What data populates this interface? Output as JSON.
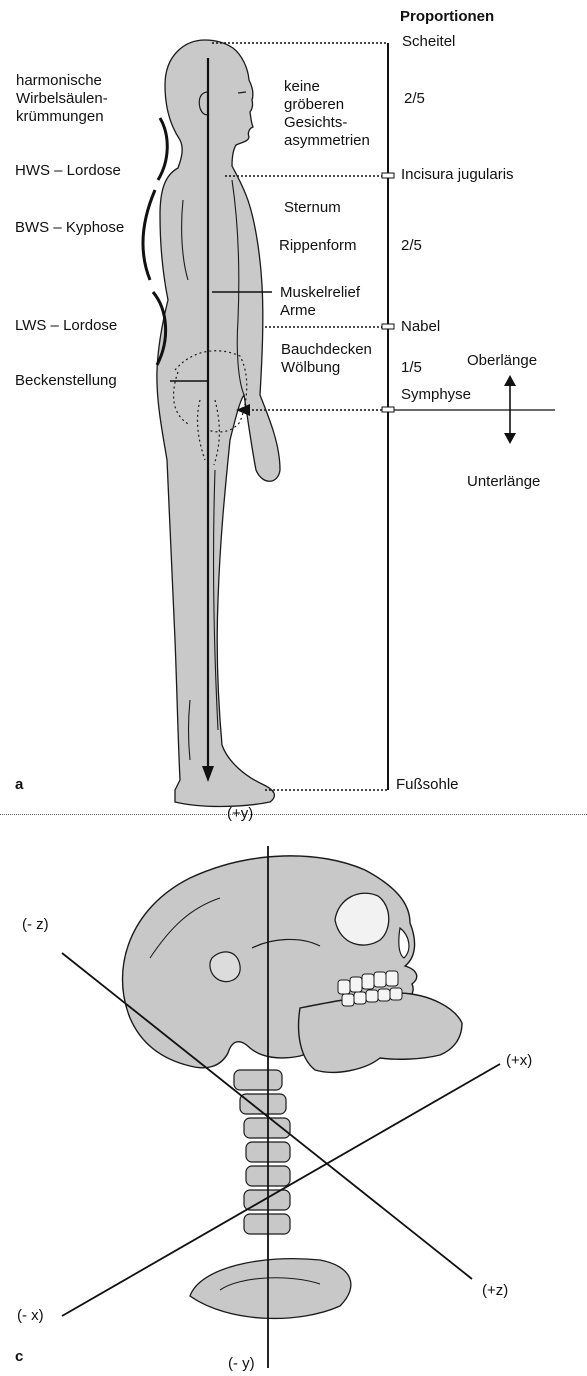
{
  "panel_a": {
    "letter": "a",
    "heading": "Proportionen",
    "landmarks": {
      "scheitel": "Scheitel",
      "incisura": "Incisura jugularis",
      "nabel": "Nabel",
      "symphyse": "Symphyse",
      "fusssohle": "Fußsohle"
    },
    "ratios": [
      "2/5",
      "2/5",
      "1/5"
    ],
    "length_labels": {
      "ober": "Oberlänge",
      "unter": "Unterlänge"
    },
    "spine_labels": {
      "curvatures": "harmonische\nWirbelsäulen-\nkrümmungen",
      "hws": "HWS – Lordose",
      "bws": "BWS – Kyphose",
      "lws": "LWS – Lordose",
      "becken": "Beckenstellung"
    },
    "body_labels": {
      "face": "keine\ngröberen\nGesichts-\nasymmetrien",
      "sternum": "Sternum",
      "ribs": "Rippenform",
      "muscle": "Muskelrelief\nArme",
      "abdomen": "Bauchdecken\nWölbung"
    }
  },
  "panel_c": {
    "letter": "c",
    "axes": {
      "plus_y": "(+y)",
      "minus_y": "(- y)",
      "plus_x": "(+x)",
      "minus_x": "(- x)",
      "plus_z": "(+z)",
      "minus_z": "(- z)"
    }
  }
}
